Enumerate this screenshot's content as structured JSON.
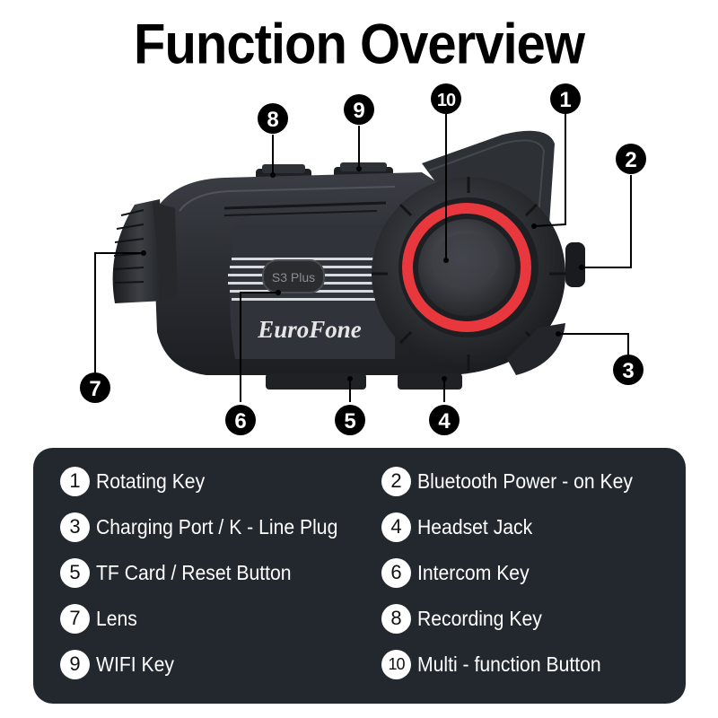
{
  "title": "Function Overview",
  "device": {
    "model_label": "S3 Plus",
    "brand": "EuroFone",
    "accent_color": "#e8383d",
    "body_color": "#2b2e33"
  },
  "callouts": [
    "1",
    "2",
    "3",
    "4",
    "5",
    "6",
    "7",
    "8",
    "9",
    "10"
  ],
  "legend": [
    {
      "num": "1",
      "label": "Rotating Key"
    },
    {
      "num": "2",
      "label": "Bluetooth Power - on Key"
    },
    {
      "num": "3",
      "label": "Charging Port / K - Line Plug"
    },
    {
      "num": "4",
      "label": "Headset Jack"
    },
    {
      "num": "5",
      "label": "TF Card / Reset Button"
    },
    {
      "num": "6",
      "label": "Intercom Key"
    },
    {
      "num": "7",
      "label": "Lens"
    },
    {
      "num": "8",
      "label": "Recording Key"
    },
    {
      "num": "9",
      "label": "WIFI Key"
    },
    {
      "num": "10",
      "label": "Multi - function Button"
    }
  ]
}
